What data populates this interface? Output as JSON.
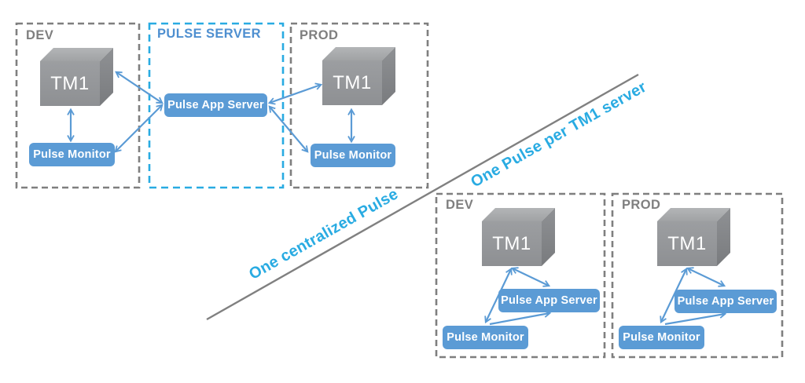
{
  "captions": {
    "centralized": "One centralized Pulse",
    "per_server": "One Pulse per TM1 server"
  },
  "scenario_a": {
    "dev": {
      "label": "DEV",
      "tm1_label": "TM1",
      "monitor_label": "Pulse Monitor"
    },
    "pulse_server": {
      "label": "PULSE SERVER",
      "app_server_label": "Pulse App Server"
    },
    "prod": {
      "label": "PROD",
      "tm1_label": "TM1",
      "monitor_label": "Pulse Monitor"
    }
  },
  "scenario_b": {
    "dev": {
      "label": "DEV",
      "tm1_label": "TM1",
      "app_server_label": "Pulse App Server",
      "monitor_label": "Pulse Monitor"
    },
    "prod": {
      "label": "PROD",
      "tm1_label": "TM1",
      "app_server_label": "Pulse App Server",
      "monitor_label": "Pulse Monitor"
    }
  },
  "colors": {
    "accent_blue": "#5B9BD5",
    "cyan_accent": "#29ABE2",
    "gray": "#7F7F7F",
    "title_blue": "#4E8FD0",
    "divider_gray": "#808080"
  }
}
